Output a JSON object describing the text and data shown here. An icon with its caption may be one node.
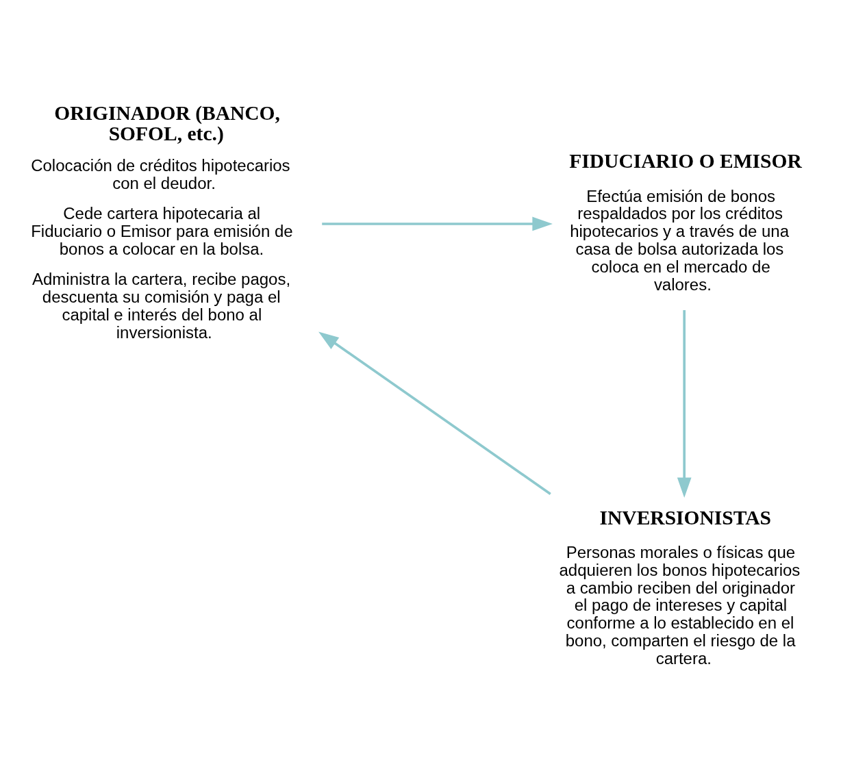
{
  "diagram": {
    "nodes": [
      {
        "text": [
          "ORIGINADOR (BANCO, SOFOL, etc.)",
          "Colocación de créditos hipotecarios con el deudor.",
          "Cede cartera hipotecaria al Fiduciario o Emisor para emisión de bonos a colocar en la bolsa.",
          "Administra la cartera, recibe pagos, descuenta su comisión y paga el capital e interés del bono al inversionista."
        ]
      },
      {
        "text": [
          "FIDUCIARIO O EMISOR",
          "Efectúa emisión de bonos respaldados por los créditos hipotecarios y a través de una casa de bolsa autorizada los coloca en el mercado de valores."
        ]
      },
      {
        "text": [
          "INVERSIONISTAS",
          "Personas morales o físicas que adquieren los bonos hipotecarios a cambio reciben del originador el pago de intereses y capital conforme a lo establecido en el bono, comparten el riesgo de la cartera."
        ]
      }
    ],
    "edges": [
      {
        "from": 0,
        "to": 1,
        "arrow": "to"
      },
      {
        "from": 1,
        "to": 2,
        "arrow": "to"
      },
      {
        "from": 2,
        "to": 0,
        "arrow": "to"
      }
    ]
  }
}
